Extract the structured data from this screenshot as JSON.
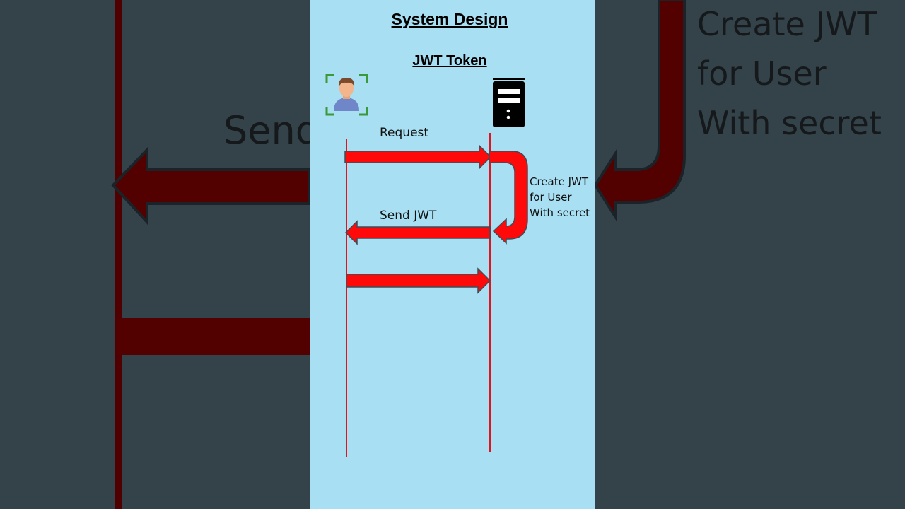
{
  "slide": {
    "title": "System Design",
    "subtitle": "JWT Token"
  },
  "actors": {
    "client": {
      "icon": "user-avatar-icon"
    },
    "server": {
      "icon": "server-tower-icon"
    }
  },
  "messages": {
    "request": "Request",
    "send_jwt": "Send JWT"
  },
  "note": {
    "line1": "Create JWT",
    "line2": "for User",
    "line3": "With secret"
  },
  "backdrop": {
    "send_fragment": "Send",
    "line1": "Create JWT",
    "line2": "for User",
    "line3": "With secret"
  },
  "colors": {
    "panel": "#a8dff2",
    "backdrop": "#34434a",
    "lifeline": "#e0141e",
    "arrow": "#ff0a0a",
    "arrow_outline": "#3f4c57"
  }
}
